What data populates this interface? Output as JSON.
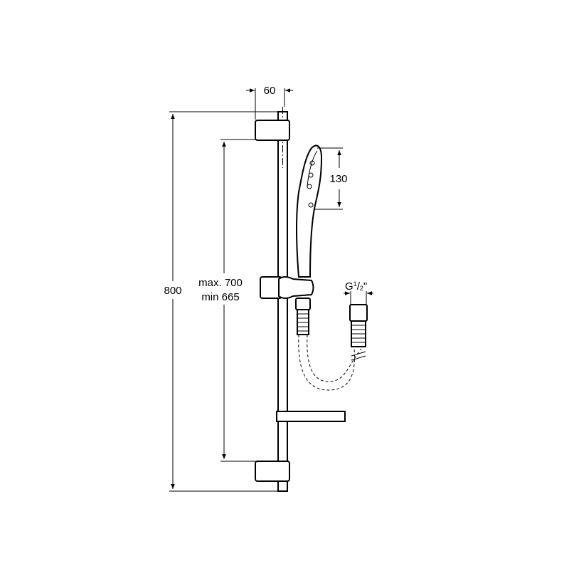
{
  "drawing": {
    "dimensions": {
      "width_label": "60",
      "height_label": "800",
      "rail_range_max": "max. 700",
      "rail_range_min": "min 665",
      "head_label": "130",
      "thread_main": "G",
      "thread_num": "1",
      "thread_sep": "/",
      "thread_den": "2",
      "thread_unit": "\""
    },
    "colors": {
      "line": "#000000",
      "background": "#ffffff"
    }
  }
}
